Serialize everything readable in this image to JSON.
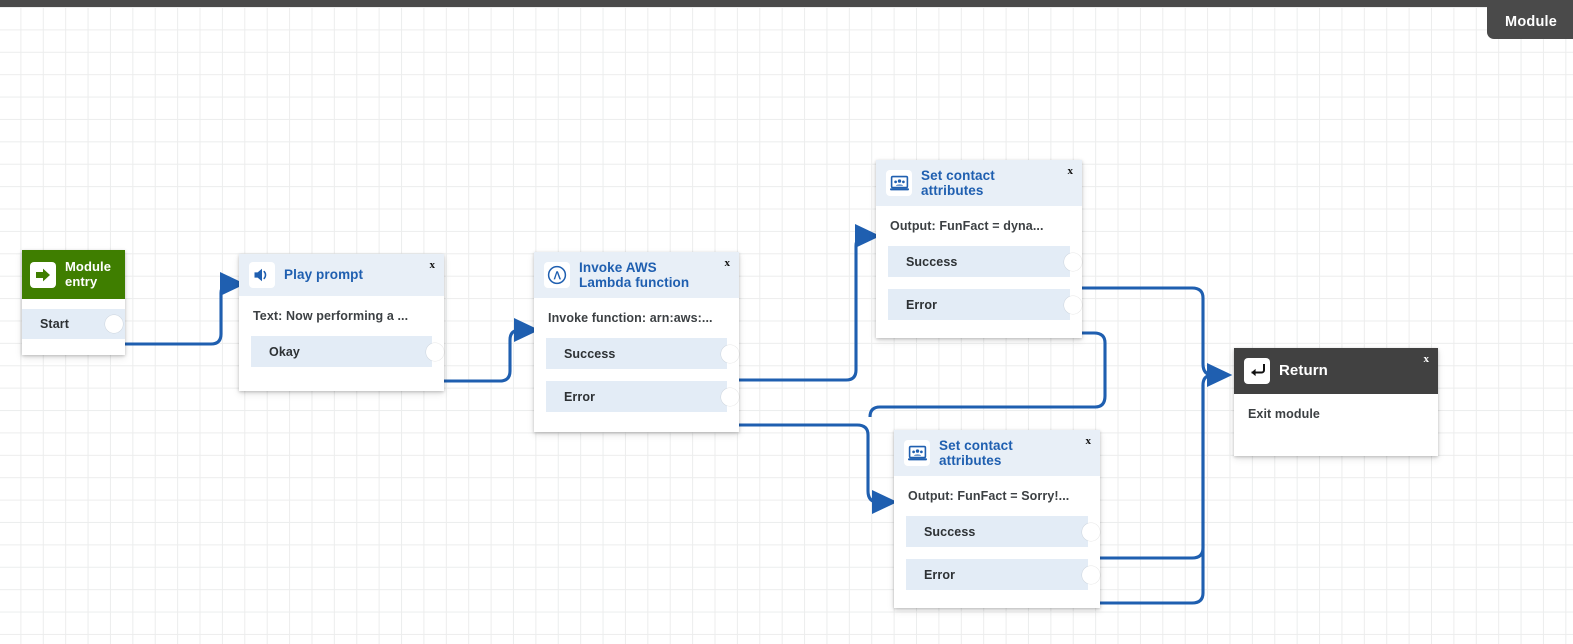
{
  "canvas": {
    "badge_label": "Module",
    "accent_blue": "#1f5fb0",
    "wire_color": "#1f5fb0",
    "header_blue_bg": "#e8eff7",
    "entry_green": "#3f7e00",
    "return_dark": "#414141",
    "port_bg": "#e3ecf6",
    "grid_line": "#eceded"
  },
  "nodes": [
    {
      "id": "module-entry",
      "title": "Module entry",
      "title_line1": "Module",
      "title_line2": "entry",
      "icon": "arrow-right-into-box-icon",
      "header_style": "green",
      "close_label": "",
      "description": "",
      "ports": [
        {
          "label": "Start"
        }
      ]
    },
    {
      "id": "play-prompt",
      "title": "Play prompt",
      "icon": "speaker-icon",
      "header_style": "blue",
      "close_label": "x",
      "description": "Text: Now performing a ...",
      "ports": [
        {
          "label": "Okay"
        }
      ]
    },
    {
      "id": "invoke-lambda",
      "title": "Invoke AWS Lambda function",
      "title_line1": "Invoke AWS",
      "title_line2": "Lambda function",
      "icon": "lambda-icon",
      "header_style": "blue",
      "close_label": "x",
      "description": "Invoke function: arn:aws:...",
      "ports": [
        {
          "label": "Success"
        },
        {
          "label": "Error"
        }
      ]
    },
    {
      "id": "set-contact-attributes-1",
      "title": "Set contact attributes",
      "title_line1": "Set contact",
      "title_line2": "attributes",
      "icon": "contact-attributes-icon",
      "header_style": "blue",
      "close_label": "x",
      "description": "Output: FunFact = dyna...",
      "ports": [
        {
          "label": "Success"
        },
        {
          "label": "Error"
        }
      ]
    },
    {
      "id": "set-contact-attributes-2",
      "title": "Set contact attributes",
      "title_line1": "Set contact",
      "title_line2": "attributes",
      "icon": "contact-attributes-icon",
      "header_style": "blue",
      "close_label": "x",
      "description": "Output: FunFact = Sorry!...",
      "ports": [
        {
          "label": "Success"
        },
        {
          "label": "Error"
        }
      ]
    },
    {
      "id": "return",
      "title": "Return",
      "icon": "return-arrow-icon",
      "header_style": "dark",
      "close_label": "x",
      "description": "Exit module",
      "ports": []
    }
  ],
  "connections": [
    {
      "from": "module-entry.Start",
      "to": "play-prompt"
    },
    {
      "from": "play-prompt.Okay",
      "to": "invoke-lambda"
    },
    {
      "from": "invoke-lambda.Success",
      "to": "set-contact-attributes-1"
    },
    {
      "from": "invoke-lambda.Error",
      "to": "set-contact-attributes-2"
    },
    {
      "from": "set-contact-attributes-1.Success",
      "to": "return"
    },
    {
      "from": "set-contact-attributes-1.Error",
      "to": "return"
    },
    {
      "from": "set-contact-attributes-2.Success",
      "to": "return"
    },
    {
      "from": "set-contact-attributes-2.Error",
      "to": "return"
    }
  ]
}
